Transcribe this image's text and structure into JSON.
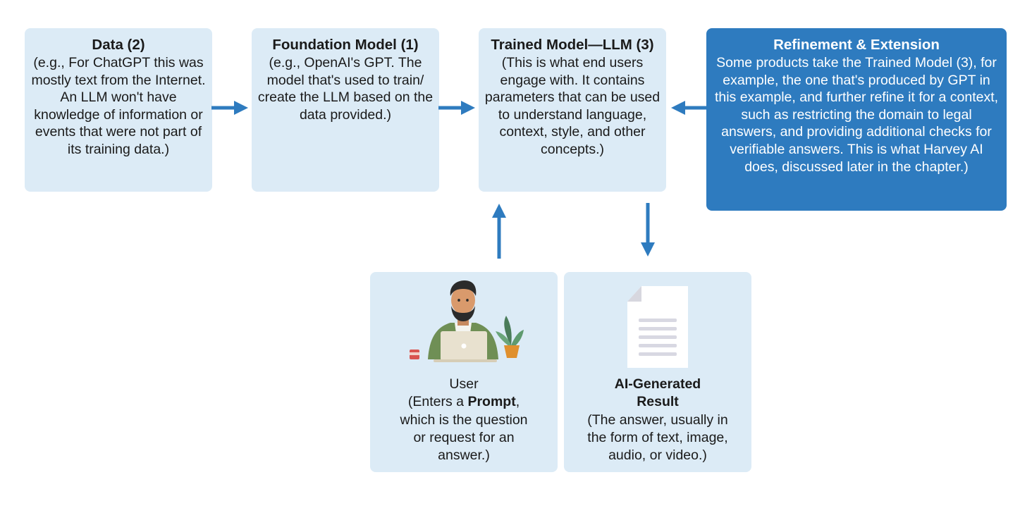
{
  "boxes": {
    "data": {
      "title": "Data (2)",
      "body": "(e.g., For ChatGPT this was mostly text from the Internet. An LLM won't have knowledge of information or events that were not part of its training data.)"
    },
    "foundation": {
      "title": "Foundation Model (1)",
      "body": "(e.g., OpenAI's GPT. The model that's used to train/ create the LLM based on the data provided.)"
    },
    "trained": {
      "title": "Trained Model—LLM (3)",
      "body": "(This is what end users engage with. It contains parameters that can be used to understand language, context, style, and other concepts.)"
    },
    "refinement": {
      "title": "Refinement & Extension",
      "body": "Some products take the Trained Model (3), for example, the one that's produced by GPT in this example, and further refine it for a context, such as restricting the domain to legal answers, and providing additional checks for verifiable answers. This is what Harvey AI does, discussed later in the chapter.)"
    },
    "user": {
      "line1": "User",
      "line2_prefix": "(Enters a ",
      "line2_bold": "Prompt",
      "line2_suffix": ",",
      "line3": "which is the question",
      "line4": "or request for an",
      "line5": "answer.)"
    },
    "result": {
      "title_line1": "AI-Generated",
      "title_line2": "Result",
      "line1": "(The answer, usually in",
      "line2": "the form of text, image,",
      "line3": "audio, or video.)"
    }
  },
  "colors": {
    "box_fill": "#dcebf6",
    "accent": "#2e7bbf",
    "arrow": "#2e7bbf"
  },
  "icons": [
    "person-at-laptop-icon",
    "document-icon"
  ]
}
